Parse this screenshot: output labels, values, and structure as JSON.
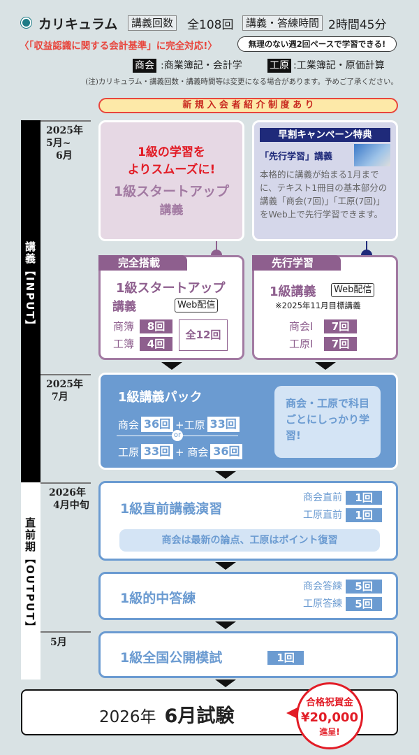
{
  "header": {
    "title": "カリキュラム",
    "lecture_count_label": "講義回数",
    "lecture_count": "全108回",
    "time_label": "講義・答練時間",
    "time": "2時間45分"
  },
  "tagline": "〈「収益認識に関する会計基準」に完全対応!〉",
  "bubble": "無理のない週2回ペースで学習できる!",
  "legend": {
    "shokai_tag": "商会",
    "shokai": ":商業簿記・会計学",
    "kogen_tag": "工原",
    "kogen": ":工業簿記・原価計算"
  },
  "note": "(注)カリキュラム・講義回数・講義時間等は変更になる場合があります。予めご了承ください。",
  "referral": "新 規 入 会 者 紹 介 制 度 あ り",
  "phases": {
    "input": "講義【INPUT】",
    "output": "直前期【OUTPUT】"
  },
  "dates": [
    {
      "year": "2025年",
      "month": "5月~",
      "month2": "6月"
    },
    {
      "year": "2025年",
      "month": "7月"
    },
    {
      "year": "2026年",
      "month": "4月中旬"
    },
    {
      "month": "5月"
    }
  ],
  "start_promo": {
    "line1": "1級の学習を",
    "line2": "よりスムーズに!",
    "title1": "1級スタートアップ",
    "title2": "講義"
  },
  "early": {
    "header": "早割キャンペーン特典",
    "sub": "「先行学習」講義",
    "body": "本格的に講義が始まる1月までに、テキスト1冊目の基本部分の講義「商会(7回)」「工原(7回)」をWeb上で先行学習できます。"
  },
  "startup": {
    "tab": "完全搭載",
    "title1": "1級スタートアップ",
    "title2": "講義",
    "web": "Web配信",
    "rows": [
      {
        "label": "商簿",
        "count": "8回"
      },
      {
        "label": "工簿",
        "count": "4回"
      }
    ],
    "total": "全12回"
  },
  "advance": {
    "tab": "先行学習",
    "title": "1級講義",
    "web": "Web配信",
    "note": "※2025年11月目標講義",
    "rows": [
      {
        "label": "商会Ⅰ",
        "count": "7回"
      },
      {
        "label": "工原Ⅰ",
        "count": "7回"
      }
    ]
  },
  "pack": {
    "title": "1級講義パック",
    "r1": {
      "a": "商会",
      "an": "36回",
      "plus": "+工原",
      "bn": "33回"
    },
    "or": "or",
    "r2": {
      "a": "工原",
      "an": "33回",
      "plus": "+ 商会",
      "bn": "36回"
    },
    "side": "商会・工原で科目ごとにしっかり学習!"
  },
  "chokuzen": {
    "title": "1級直前講義演習",
    "rows": [
      {
        "label": "商会直前",
        "count": "1回"
      },
      {
        "label": "工原直前",
        "count": "1回"
      }
    ],
    "banner": "商会は最新の論点、工原はポイント復習"
  },
  "tekichu": {
    "title": "1級的中答練",
    "rows": [
      {
        "label": "商会答練",
        "count": "5回"
      },
      {
        "label": "工原答練",
        "count": "5回"
      }
    ]
  },
  "moshi": {
    "title": "1級全国公開模試",
    "count": "1回"
  },
  "exam": {
    "year": "2026年",
    "title": "6月試験",
    "badge1": "合格祝賀金",
    "badge2": "¥20,000",
    "badge3": "進呈!"
  }
}
